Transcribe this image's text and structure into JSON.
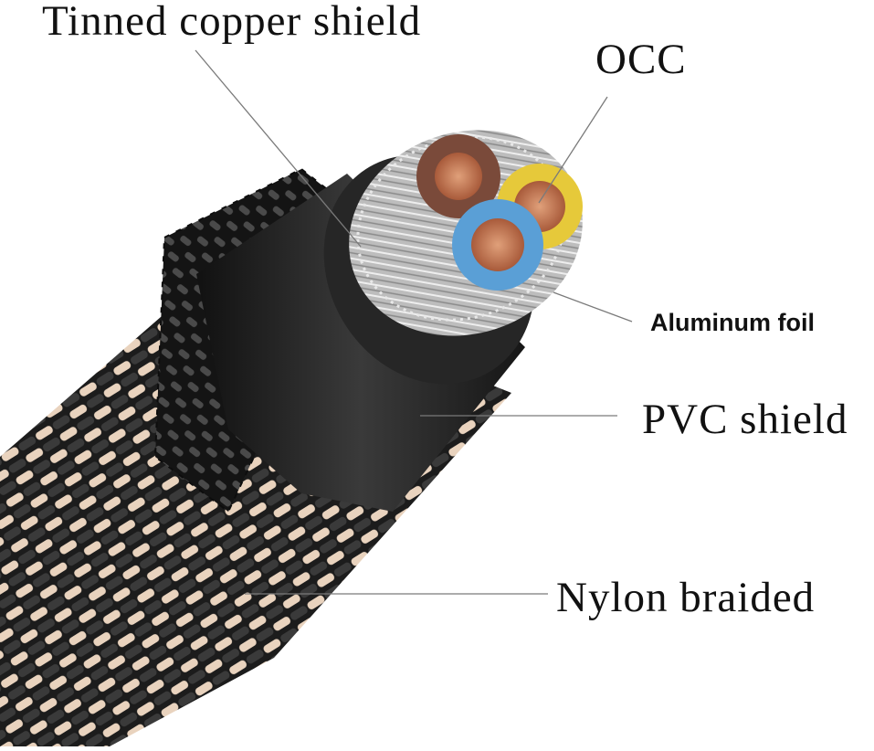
{
  "labels": {
    "tinned_copper_shield": "Tinned copper shield",
    "occ": "OCC",
    "aluminum_foil": "Aluminum foil",
    "pvc_shield": "PVC shield",
    "nylon_braided": "Nylon braided"
  },
  "colors": {
    "leader_line": "#7a7a7a",
    "braid_dark": "#222222",
    "braid_light": "#e9d3be",
    "pvc_jacket": "#2a2a2a",
    "shield_silver": "#c8c8c8",
    "copper": "#c77a55",
    "insulation_brown": "#7a4a3a",
    "insulation_yellow": "#e6c93a",
    "insulation_blue": "#5a9fd6"
  }
}
